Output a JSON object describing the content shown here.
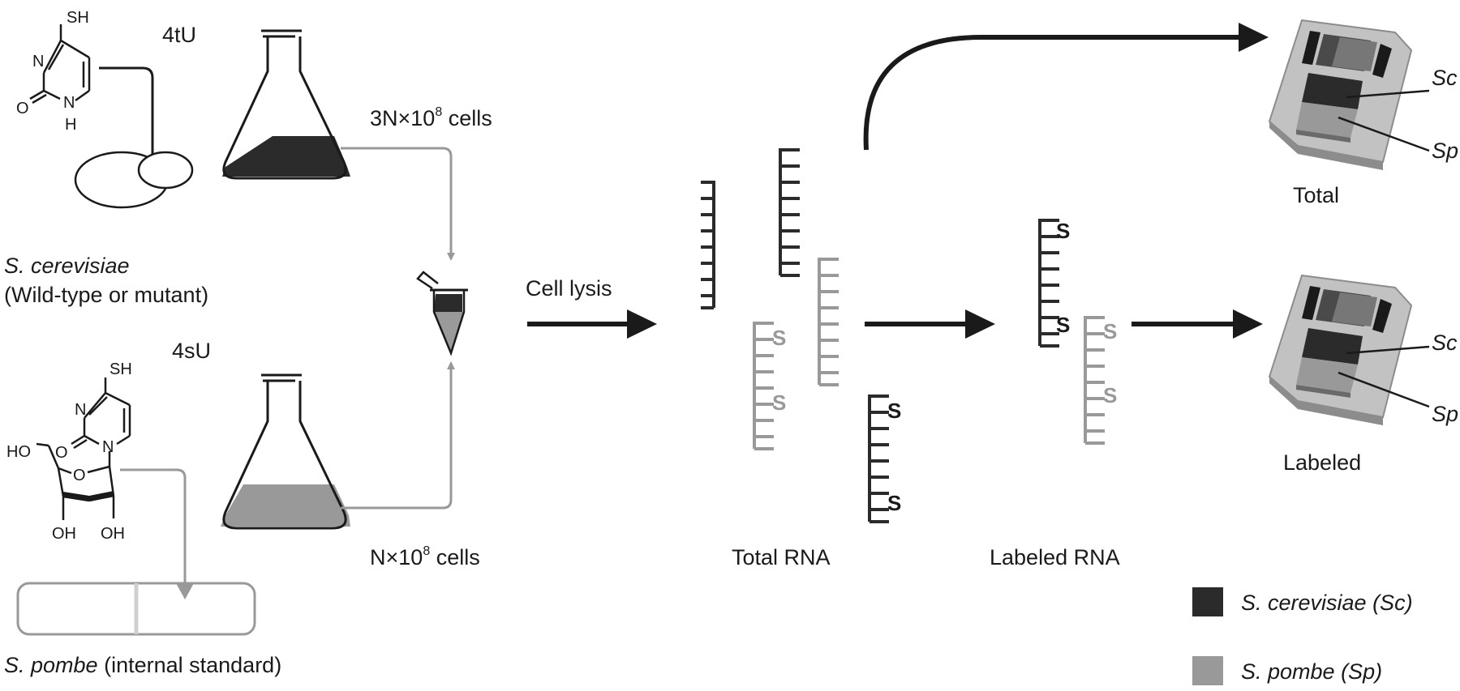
{
  "compounds": {
    "thiouracil": {
      "name": "4tU",
      "atoms": {
        "sh": "SH",
        "n1": "N",
        "n3": "N",
        "h": "H",
        "o": "O"
      }
    },
    "thiouridine": {
      "name": "4sU",
      "atoms": {
        "sh": "SH",
        "n1": "N",
        "n3": "N",
        "o": "O",
        "ho": "HO",
        "ring_o": "O",
        "oh1": "OH",
        "oh2": "OH"
      }
    }
  },
  "organisms": {
    "sc_name": "S. cerevisiae",
    "sc_sub": "(Wild-type or mutant)",
    "sp_name": "S. pombe",
    "sp_sub": " (internal standard)"
  },
  "cultures": {
    "sc_cells_pre": "3N×10",
    "sc_cells_exp": "8",
    "sc_cells_post": " cells",
    "sp_cells_pre": "N×10",
    "sp_cells_exp": "8",
    "sp_cells_post": " cells"
  },
  "steps": {
    "lysis": "Cell lysis",
    "total_rna": "Total RNA",
    "labeled_rna": "Labeled RNA",
    "thio_mark": "S"
  },
  "arrays": {
    "total": {
      "label": "Total",
      "sc": "Sc",
      "sp": "Sp"
    },
    "labeled": {
      "label": "Labeled",
      "sc": "Sc",
      "sp": "Sp"
    }
  },
  "legend": {
    "sc": "S. cerevisiae (Sc)",
    "sp": "S. pombe (Sp)"
  },
  "colors": {
    "sc": "#2b2b2b",
    "sp": "#999999",
    "chip_body": "#bdbdbd",
    "chip_edge": "#8c8c8c",
    "arrow": "#1a1a1a"
  }
}
